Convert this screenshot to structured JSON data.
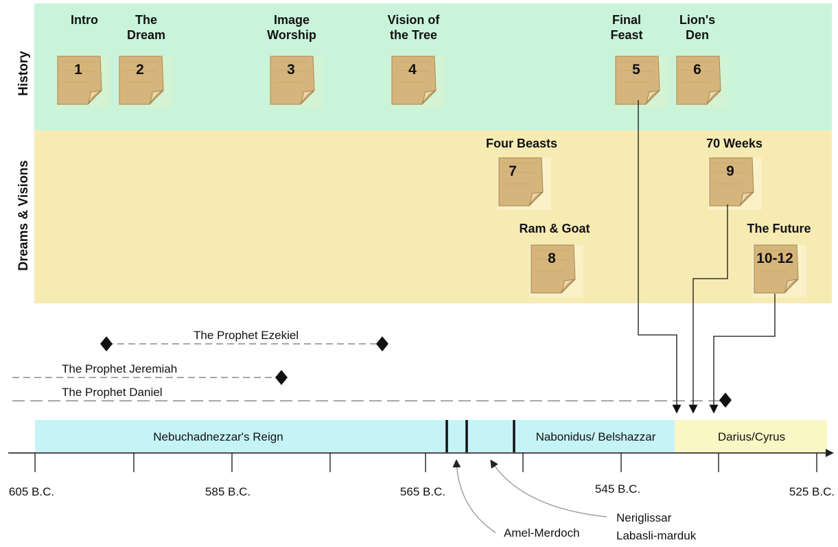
{
  "bands": {
    "history_label": "History",
    "visions_label": "Dreams & Visions",
    "colors": {
      "history": "#c9f4da",
      "visions": "#f7ebb4",
      "reign": "#c6f3f6",
      "cyrus": "#fbf7c4"
    }
  },
  "chapters": [
    {
      "id": "1",
      "title": [
        "Intro"
      ]
    },
    {
      "id": "2",
      "title": [
        "The",
        "Dream"
      ]
    },
    {
      "id": "3",
      "title": [
        "Image",
        "Worship"
      ]
    },
    {
      "id": "4",
      "title": [
        "Vision of",
        "the Tree"
      ]
    },
    {
      "id": "5",
      "title": [
        "Final",
        "Feast"
      ]
    },
    {
      "id": "6",
      "title": [
        "Lion's",
        "Den"
      ]
    },
    {
      "id": "7",
      "title": [
        "Four Beasts"
      ]
    },
    {
      "id": "9",
      "title": [
        "70 Weeks"
      ]
    },
    {
      "id": "8",
      "title": [
        "Ram & Goat"
      ]
    },
    {
      "id": "10-12",
      "title": [
        "The Future"
      ]
    }
  ],
  "prophets": {
    "ezekiel": "The Prophet Ezekiel",
    "jeremiah": "The Prophet Jeremiah",
    "daniel": "The Prophet Daniel"
  },
  "reigns": {
    "nebuchadnezzar": "Nebuchadnezzar's Reign",
    "nabonidus": "Nabonidus/ Belshazzar",
    "darius": "Darius/Cyrus"
  },
  "axis": {
    "ticks": [
      "605 B.C.",
      "585 B.C.",
      "565 B.C.",
      "545 B.C.",
      "525 B.C."
    ]
  },
  "callouts": {
    "amel": "Amel-Merdoch",
    "neriglissar": "Neriglissar",
    "labasli": "Labasli-marduk"
  }
}
